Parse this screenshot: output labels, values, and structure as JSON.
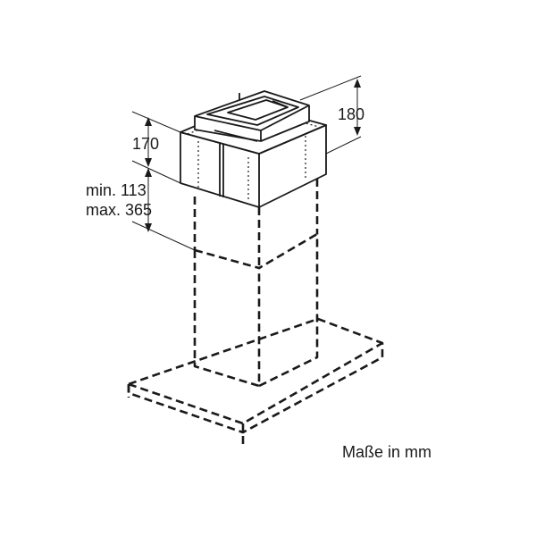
{
  "dimensions": {
    "top_height": "180",
    "box_height": "170",
    "gap_min": "min. 113",
    "gap_max": "max. 365"
  },
  "caption": "Maße in mm"
}
